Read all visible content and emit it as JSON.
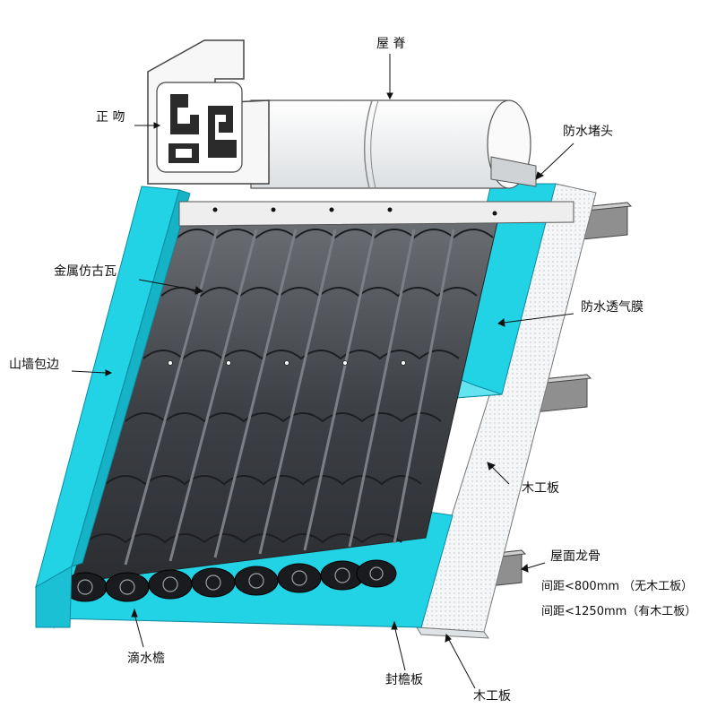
{
  "labels": {
    "zhengwen": "正 吻",
    "wuji": "屋 脊",
    "fangshui_dutou": "防水堵头",
    "jinshu_fanggu_wa": "金属仿古瓦",
    "fangshui_touqi_mo": "防水透气膜",
    "shanqiang_baobian": "山墙包边",
    "mu_gongban_right": "木工板",
    "wumian_longgu": "屋面龙骨",
    "spacing_no_board": "间距<800mm （无木工板）",
    "spacing_with_board": "间距<1250mm（有木工板）",
    "dishui_yan": "滴水檐",
    "feng_yanban": "封檐板",
    "mu_gongban_bottom": "木工板"
  },
  "colors": {
    "flashing_cyan": "#22d3e6",
    "tile_dark": "#4a4d52",
    "membrane": "#e9eef0",
    "purlin": "#8a8a8a"
  }
}
